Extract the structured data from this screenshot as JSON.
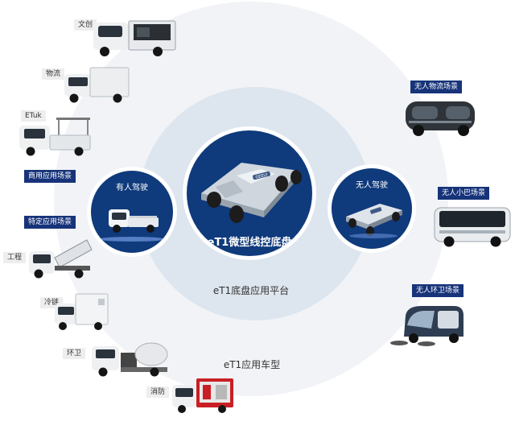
{
  "platform": {
    "center_label": "eT1微型线控底盘",
    "chassis_badge": "GEELY",
    "mid_ring_label": "eT1底盘应用平台",
    "outer_ring_label": "eT1应用车型"
  },
  "drive_modes": {
    "manned_label": "有人驾驶",
    "unmanned_label": "无人驾驶"
  },
  "left_vehicles": [
    {
      "label": "文创",
      "icon": "cultural-kiosk-truck"
    },
    {
      "label": "物流",
      "icon": "logistics-van"
    },
    {
      "label": "ETuk",
      "icon": "etuk-truck"
    },
    {
      "label": "工程",
      "icon": "dump-truck"
    },
    {
      "label": "冷链",
      "icon": "refrigerated-truck"
    },
    {
      "label": "环卫",
      "icon": "sanitation-truck"
    },
    {
      "label": "消防",
      "icon": "fire-truck"
    }
  ],
  "left_categories": [
    "商用应用场景",
    "特定应用场景"
  ],
  "right_scenarios": [
    {
      "label": "无人物流场景",
      "icon": "autonomous-delivery-pod"
    },
    {
      "label": "无人小巴场景",
      "icon": "autonomous-minibus"
    },
    {
      "label": "无人环卫场景",
      "icon": "autonomous-sweeper"
    }
  ],
  "colors": {
    "navy": "#0f3a7c",
    "tag_blue": "#17347a",
    "outer_ring": "#f1f3f6",
    "mid_ring": "#dde5ee",
    "tag_grey": "#eeeeee"
  }
}
